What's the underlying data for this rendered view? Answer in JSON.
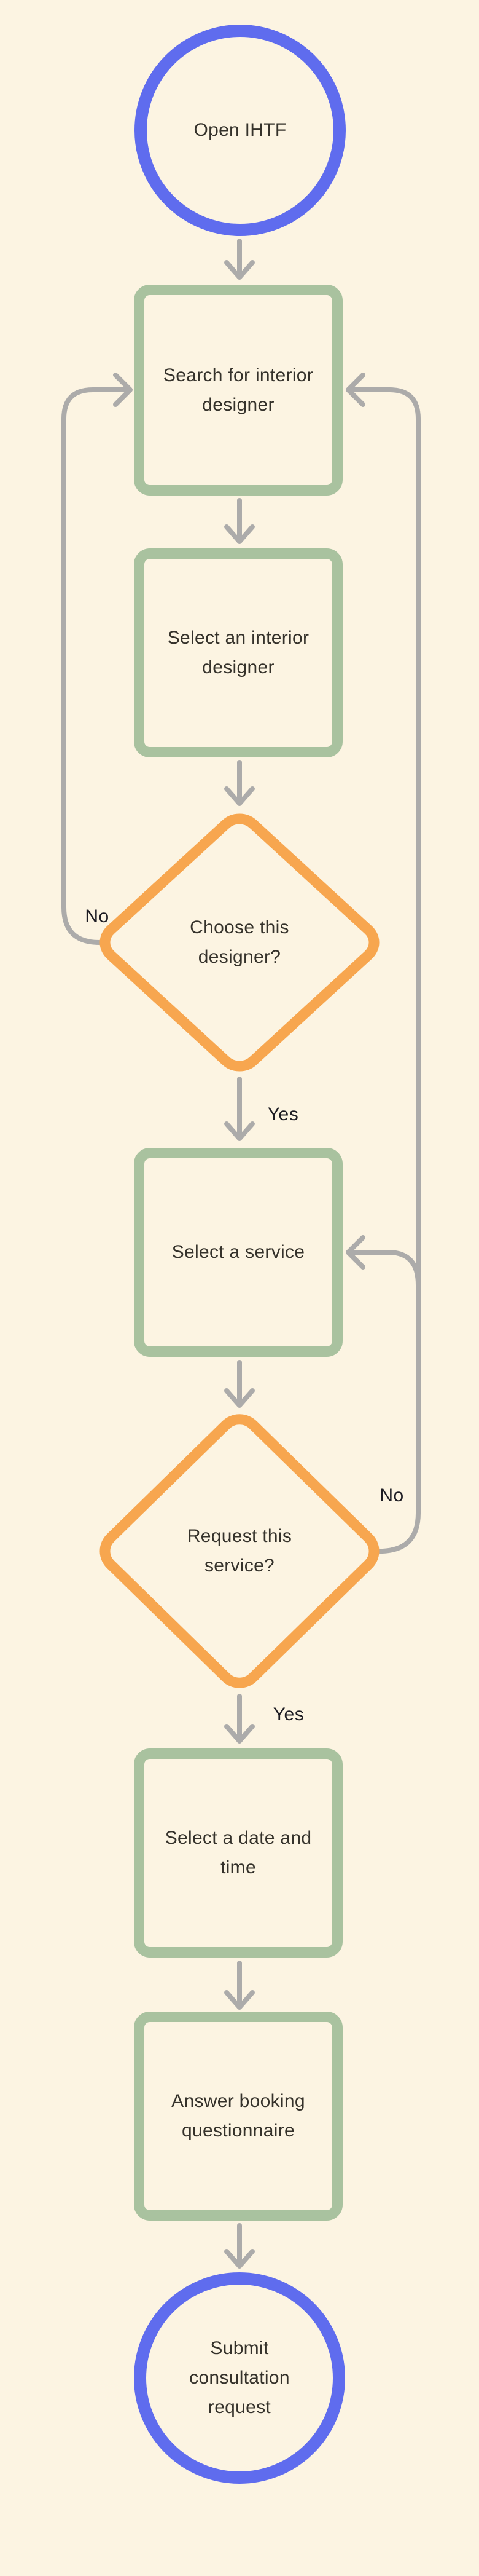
{
  "flowchart": {
    "title_hint": "Booking flow for interior designer consultation",
    "colors": {
      "background": "#FCF4E2",
      "blue": "#5F6CEE",
      "green": "#A9C29F",
      "orange": "#F7A64F",
      "gray": "#ACABAA",
      "text": "#35322B",
      "label": "#1D1C23"
    },
    "nodes": {
      "start": {
        "shape": "circle",
        "label": "Open IHTF"
      },
      "search_designer": {
        "shape": "rectangle",
        "label": "Search for interior designer"
      },
      "select_designer": {
        "shape": "rectangle",
        "label": "Select an interior designer"
      },
      "choose_designer": {
        "shape": "diamond",
        "label": "Choose this designer?"
      },
      "select_service": {
        "shape": "rectangle",
        "label": "Select a service"
      },
      "request_service": {
        "shape": "diamond",
        "label": "Request this service?"
      },
      "select_date_time": {
        "shape": "rectangle",
        "label": "Select a date and time"
      },
      "booking_questionnaire": {
        "shape": "rectangle",
        "label": "Answer booking questionnaire"
      },
      "end": {
        "shape": "circle",
        "label": "Submit consultation request"
      }
    },
    "edge_labels": {
      "choose_designer_no": "No",
      "choose_designer_yes": "Yes",
      "request_service_no": "No",
      "request_service_yes": "Yes"
    },
    "edges": [
      {
        "from": "start",
        "to": "search_designer",
        "label": ""
      },
      {
        "from": "search_designer",
        "to": "select_designer",
        "label": ""
      },
      {
        "from": "select_designer",
        "to": "choose_designer",
        "label": ""
      },
      {
        "from": "choose_designer",
        "to": "search_designer",
        "label": "No",
        "side": "left-loop"
      },
      {
        "from": "choose_designer",
        "to": "select_service",
        "label": "Yes"
      },
      {
        "from": "select_service",
        "to": "request_service",
        "label": ""
      },
      {
        "from": "request_service",
        "to": "select_service",
        "label": "No",
        "side": "right-loop"
      },
      {
        "from": "request_service",
        "to": "search_designer",
        "label": "No",
        "side": "right-loop"
      },
      {
        "from": "request_service",
        "to": "select_date_time",
        "label": "Yes"
      },
      {
        "from": "select_date_time",
        "to": "booking_questionnaire",
        "label": ""
      },
      {
        "from": "booking_questionnaire",
        "to": "end",
        "label": ""
      }
    ]
  }
}
